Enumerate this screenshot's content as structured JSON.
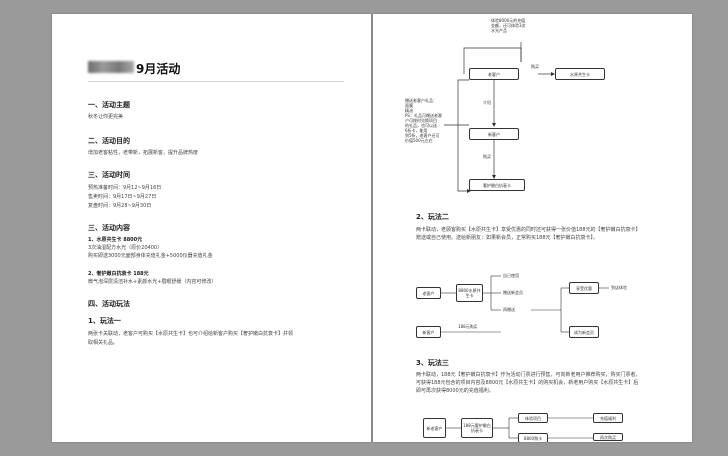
{
  "left": {
    "title": "9月活动",
    "s1_heading": "一、活动主题",
    "s1_text": "秋冬让你更完美",
    "s2_heading": "二、活动目的",
    "s2_text": "增加老客粘性，老带新，拓展新客，提升品牌热度",
    "s3_heading": "三、活动时间",
    "s3_lines": [
      "预热准备时间：9月12~9月16日",
      "售卖时间：9月17日~9月27日",
      "复盘时间：9月28~9月30日"
    ],
    "s4_heading": "三、活动内容",
    "item1_title": "1、水原共生卡 8800元",
    "item1_lines": [
      "3次油湿配方水光（原价20400）",
      "购买即送3000元面部身体充值礼金+5000仪器充值礼金"
    ],
    "item2_title": "2、奢护嫩白抗衰卡 188元",
    "item2_lines": [
      "微气泡深层清洁补水+素颜水光+眉眼舒缓（内容可修改）"
    ],
    "s5_heading": "四、活动玩法",
    "play1_heading": "1、玩法一",
    "play1_lines": [
      "两张卡关联动，老客户可购买【水原共生卡】也可介绍给新客户购买【奢护嫩白抗衰卡】并领",
      "取相关礼品。"
    ]
  },
  "right": {
    "fc1": {
      "top_note": [
        "体验8000元的充值",
        "金额，还可体验3次",
        "水光产品"
      ],
      "old_customer": "老客户",
      "buy_label": "购买",
      "card": "水原共生卡",
      "intro_label": "介绍",
      "new_customer": "新客户",
      "buy_label2": "购买",
      "beauty_card": "奢护嫩白抗衰卡",
      "gift_note": [
        "赠送老客户礼品：",
        "面膜",
        "精油",
        "PS：礼品可赠送老客",
        "户可按时兑换项目",
        "的礼品，也可以送",
        "6折卡，能用",
        "到5折，老客户还可",
        "价值500元左右"
      ]
    },
    "play2_heading": "2、玩法二",
    "play2_text": "两卡联动，老顾客购买【水原共生卡】享受优惠的同时还可获得一张价值188元的【奢护嫩白抗衰卡】赠送或自己使用。送给新朋友：如果新会员，正常购买188元【奢护嫩白抗衰卡】。",
    "fc2": {
      "old": "老客户",
      "card": "8800水原共生卡",
      "opt1": "自己使用",
      "opt2": "赠送新会员",
      "opt3": "再赠送",
      "new": "新客户",
      "buy": "188元购买",
      "res1": "享受优惠",
      "res2": "到店体验",
      "res3": "成为新会员"
    },
    "play3_heading": "3、玩法三",
    "play3_text": "两卡联动，188元【奢护嫩白抗衰卡】作为活动门票进行预售，可向新老用户推荐购买，购买门票者，可获得188元包含的项目内容及8800元【水原共生卡】的购买机会，新老用户购买【水原共生卡】后即可再次获得8000元的充值福利。",
    "fc3": {
      "left": "新老客户",
      "mid": "188元奢护嫩白抗衰卡",
      "r1": "体验项目",
      "r2": "8800购卡",
      "r3": "充值福利",
      "r4": "再次购买"
    }
  }
}
